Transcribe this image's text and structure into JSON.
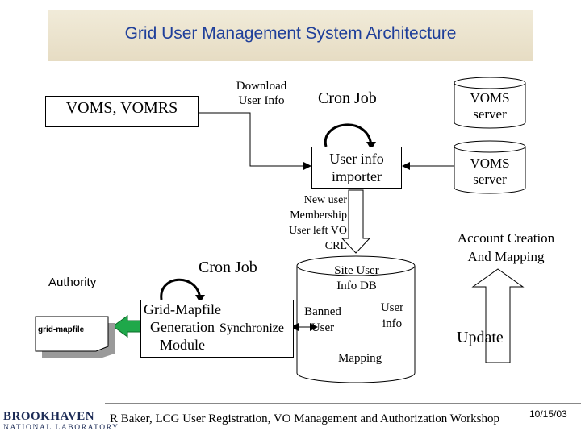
{
  "title": "Grid User Management System Architecture",
  "nodes": {
    "voms_vomrs": "VOMS, VOMRS",
    "download_user_info": [
      "Download",
      "User Info"
    ],
    "cron_job_top": "Cron Job",
    "voms_server_1": [
      "VOMS",
      "server"
    ],
    "voms_server_2": [
      "VOMS",
      "server"
    ],
    "user_info_importer": [
      "User info",
      "importer"
    ],
    "event_labels": [
      "New user",
      "Membership",
      "User left VO",
      "CRL"
    ],
    "account_creation": [
      "Account Creation",
      "And Mapping"
    ],
    "authority": "Authority",
    "cron_job_bottom": "Cron Job",
    "site_user_db": [
      "Site User",
      "Info DB"
    ],
    "banned_user": [
      "Banned",
      "User"
    ],
    "user_info": [
      "User",
      "info"
    ],
    "mapping": "Mapping",
    "grid_mapfile_module": [
      "Grid-Mapfile",
      "Generation",
      "Module"
    ],
    "synchronize": "Synchronize",
    "grid_mapfile": "grid-mapfile",
    "update": "Update"
  },
  "footer": {
    "logo_line1": "BROOKHAVEN",
    "logo_line2": "NATIONAL LABORATORY",
    "text": "R Baker, LCG User Registration, VO Management and Authorization Workshop",
    "date": "10/15/03"
  },
  "colors": {
    "title": "#1f3f9a",
    "title_band": "#ece4cf",
    "green_arrow": "#1fa84a",
    "logo": "#1b2a55"
  }
}
